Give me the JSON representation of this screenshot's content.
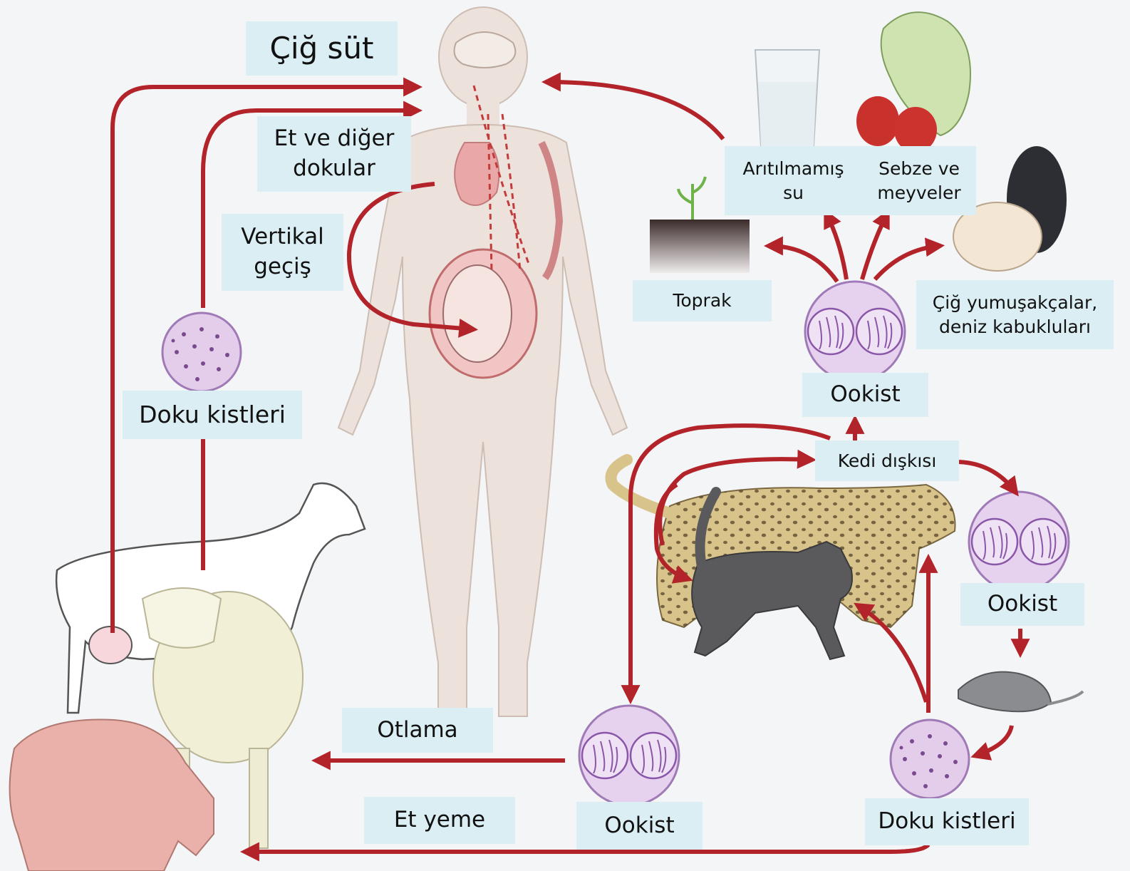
{
  "labels": {
    "raw_milk": "Çiğ süt",
    "meat_tissues": [
      "Et ve diğer",
      "dokular"
    ],
    "vertical": [
      "Vertikal",
      "geçiş"
    ],
    "tissue_cysts_left": "Doku kistleri",
    "soil": "Toprak",
    "water": [
      "Arıtılmamış",
      "su"
    ],
    "veg": [
      "Sebze ve",
      "meyveler"
    ],
    "shellfish": [
      "Çiğ yumuşakçalar,",
      "deniz kabukluları"
    ],
    "oocyst_top": "Ookist",
    "cat_feces": "Kedi dışkısı",
    "oocyst_right": "Ookist",
    "grazing": "Otlama",
    "meat_eating": "Et yeme",
    "oocyst_bottom": "Ookist",
    "tissue_cysts_right": "Doku kistleri"
  },
  "colors": {
    "arrow": "#b3232a",
    "label_bg": "#dbeef3",
    "oocyst": "#e6d2ef",
    "oocyst_line": "#8a56a8",
    "cyst": "#e3cdea",
    "body": "#ece2db",
    "cat": "#5a5a5c",
    "leopard": "#d8c48a"
  }
}
